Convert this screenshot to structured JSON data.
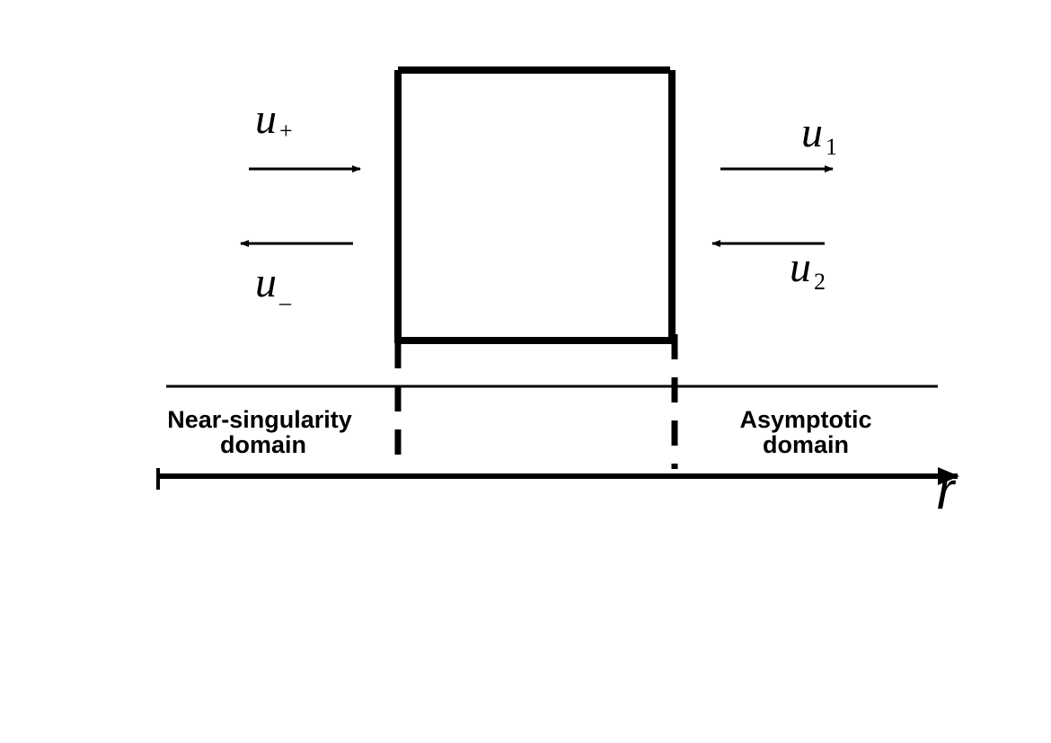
{
  "labels": {
    "u_plus": {
      "base": "u",
      "sub": "+"
    },
    "u_minus": {
      "base": "u",
      "sub": "_"
    },
    "u_1": {
      "base": "u",
      "sub": "1"
    },
    "u_2": {
      "base": "u",
      "sub": "2"
    }
  },
  "domains": {
    "left": {
      "line1": "Near-singularity",
      "line2": "domain"
    },
    "right": {
      "line1": "Asymptotic",
      "line2": "domain"
    }
  },
  "axis": {
    "variable": "r"
  },
  "colors": {
    "ink": "#000000",
    "background": "#ffffff"
  }
}
